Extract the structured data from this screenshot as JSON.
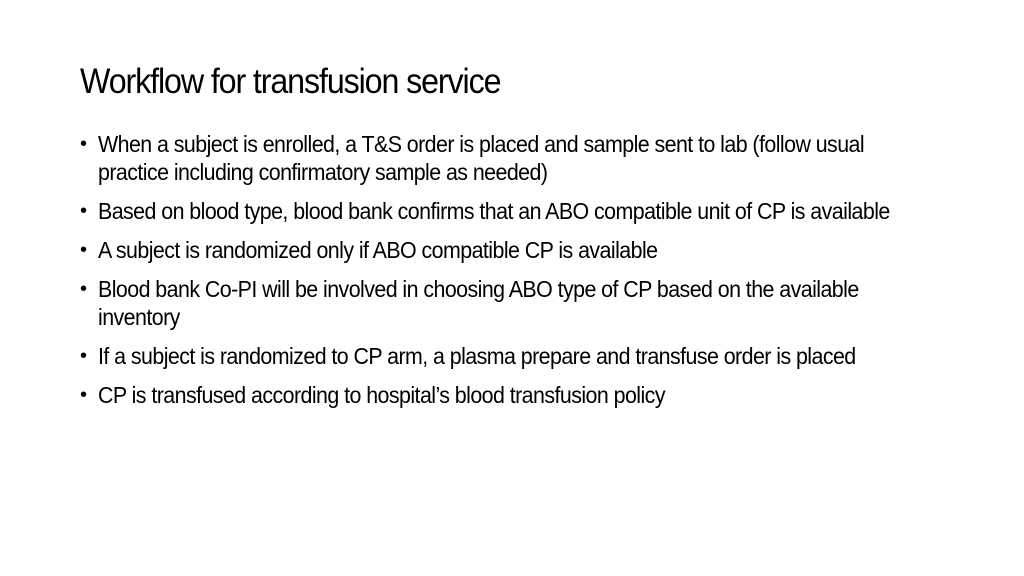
{
  "slide": {
    "title": "Workflow for transfusion service",
    "bullets": [
      {
        "text": "When a subject is enrolled, a T&S order is placed and sample sent to lab (follow usual practice including confirmatory sample as needed)"
      },
      {
        "text": "Based on blood type, blood bank confirms that an ABO compatible unit of CP is available"
      },
      {
        "text": "A subject is randomized only if ABO compatible CP is available"
      },
      {
        "text": "Blood bank Co-PI will be involved in choosing ABO type of CP based on the available inventory"
      },
      {
        "text": "If a subject is randomized to CP arm, a plasma prepare and transfuse order is placed"
      },
      {
        "text": "CP is transfused according to hospital’s blood transfusion policy"
      }
    ],
    "bullet_glyph": "•"
  }
}
